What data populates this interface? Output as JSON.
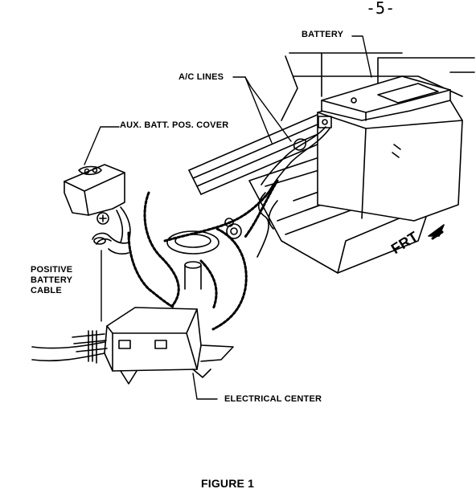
{
  "page_number": "-5-",
  "labels": {
    "battery": "BATTERY",
    "ac_lines": "A/C LINES",
    "aux_cover": "AUX. BATT. POS. COVER",
    "positive_cable": [
      "POSITIVE",
      "BATTERY",
      "CABLE"
    ],
    "electrical_center": "ELECTRICAL CENTER",
    "front": "FRT"
  },
  "caption": "FIGURE 1"
}
